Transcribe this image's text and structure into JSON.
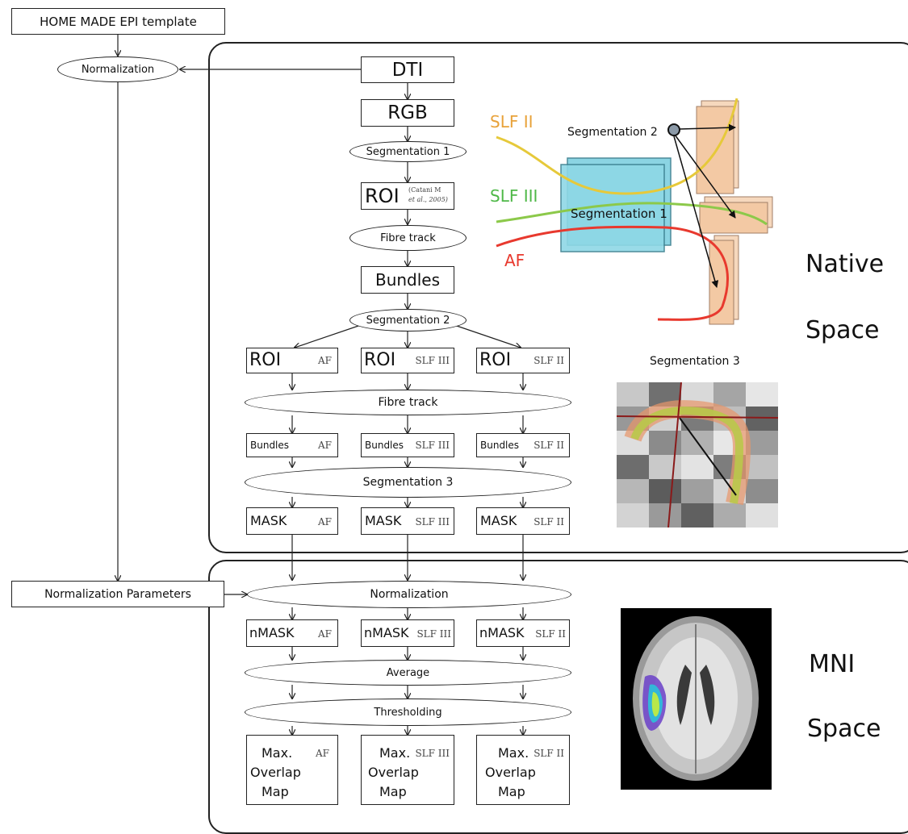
{
  "template": "HOME MADE EPI template",
  "normalization_left": "Normalization",
  "normalization_parameters": "Normalization Parameters",
  "dti": "DTI",
  "rgb": "RGB",
  "segmentation1": "Segmentation 1",
  "roi": "ROI",
  "roi_citation_1": "(Catani M",
  "roi_citation_2": "et al., 2005)",
  "fibre_track": "Fibre track",
  "bundles": "Bundles",
  "segmentation2": "Segmentation 2",
  "segmentation3": "Segmentation 3",
  "mask": "MASK",
  "normalization": "Normalization",
  "nmask": "nMASK",
  "average": "Average",
  "thresholding": "Thresholding",
  "max_line1": "Max.",
  "max_line2": "Overlap",
  "max_line3": "Map",
  "tracts": {
    "af": "AF",
    "slf3": "SLF III",
    "slf2": "SLF II"
  },
  "native_1": "Native",
  "native_2": "Space",
  "mni_1": "MNI",
  "mni_2": "Space",
  "illustration": {
    "slf2": "SLF II",
    "slf3": "SLF III",
    "af": "AF",
    "segmentation1": "Segmentation 1",
    "segmentation2": "Segmentation 2",
    "segmentation3": "Segmentation 3"
  },
  "colors": {
    "slf2": "#e8a23a",
    "slf3": "#4fb848",
    "af": "#e8392e",
    "box": "#7fd0e0",
    "roi": "#f3c9a4"
  }
}
